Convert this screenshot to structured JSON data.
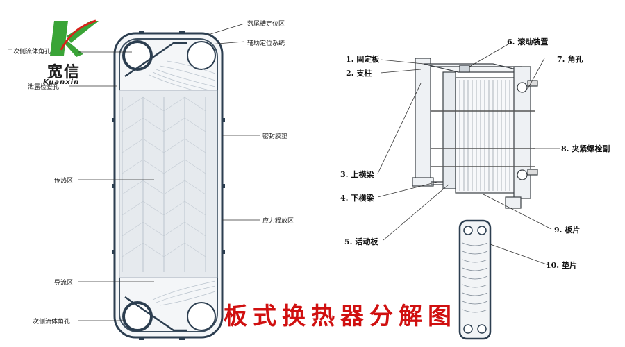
{
  "logo": {
    "name": "宽信",
    "sub": "Kuanxin",
    "green": "#3aa437",
    "red": "#d8211a"
  },
  "title": "板式换热器分解图",
  "left_labels": {
    "secondary_corner_hole": "二次侧流体角孔",
    "leak_check_hole": "泄露检查孔",
    "heat_transfer_zone": "传热区",
    "guide_zone": "导流区",
    "primary_corner_hole": "一次侧流体角孔"
  },
  "right_labels": {
    "dovetail_positioning": "燕尾槽定位区",
    "aux_positioning": "辅助定位系统",
    "gasket": "密封胶垫",
    "stress_release": "应力释放区"
  },
  "parts": [
    "1. 固定板",
    "2. 支柱",
    "3. 上横梁",
    "4. 下横梁",
    "5. 活动板",
    "6. 滚动装置",
    "7. 角孔",
    "8. 夹紧螺栓副",
    "9. 板片",
    "10. 垫片"
  ],
  "colors": {
    "plate_outline": "#2c3e50",
    "title": "#d01010"
  }
}
